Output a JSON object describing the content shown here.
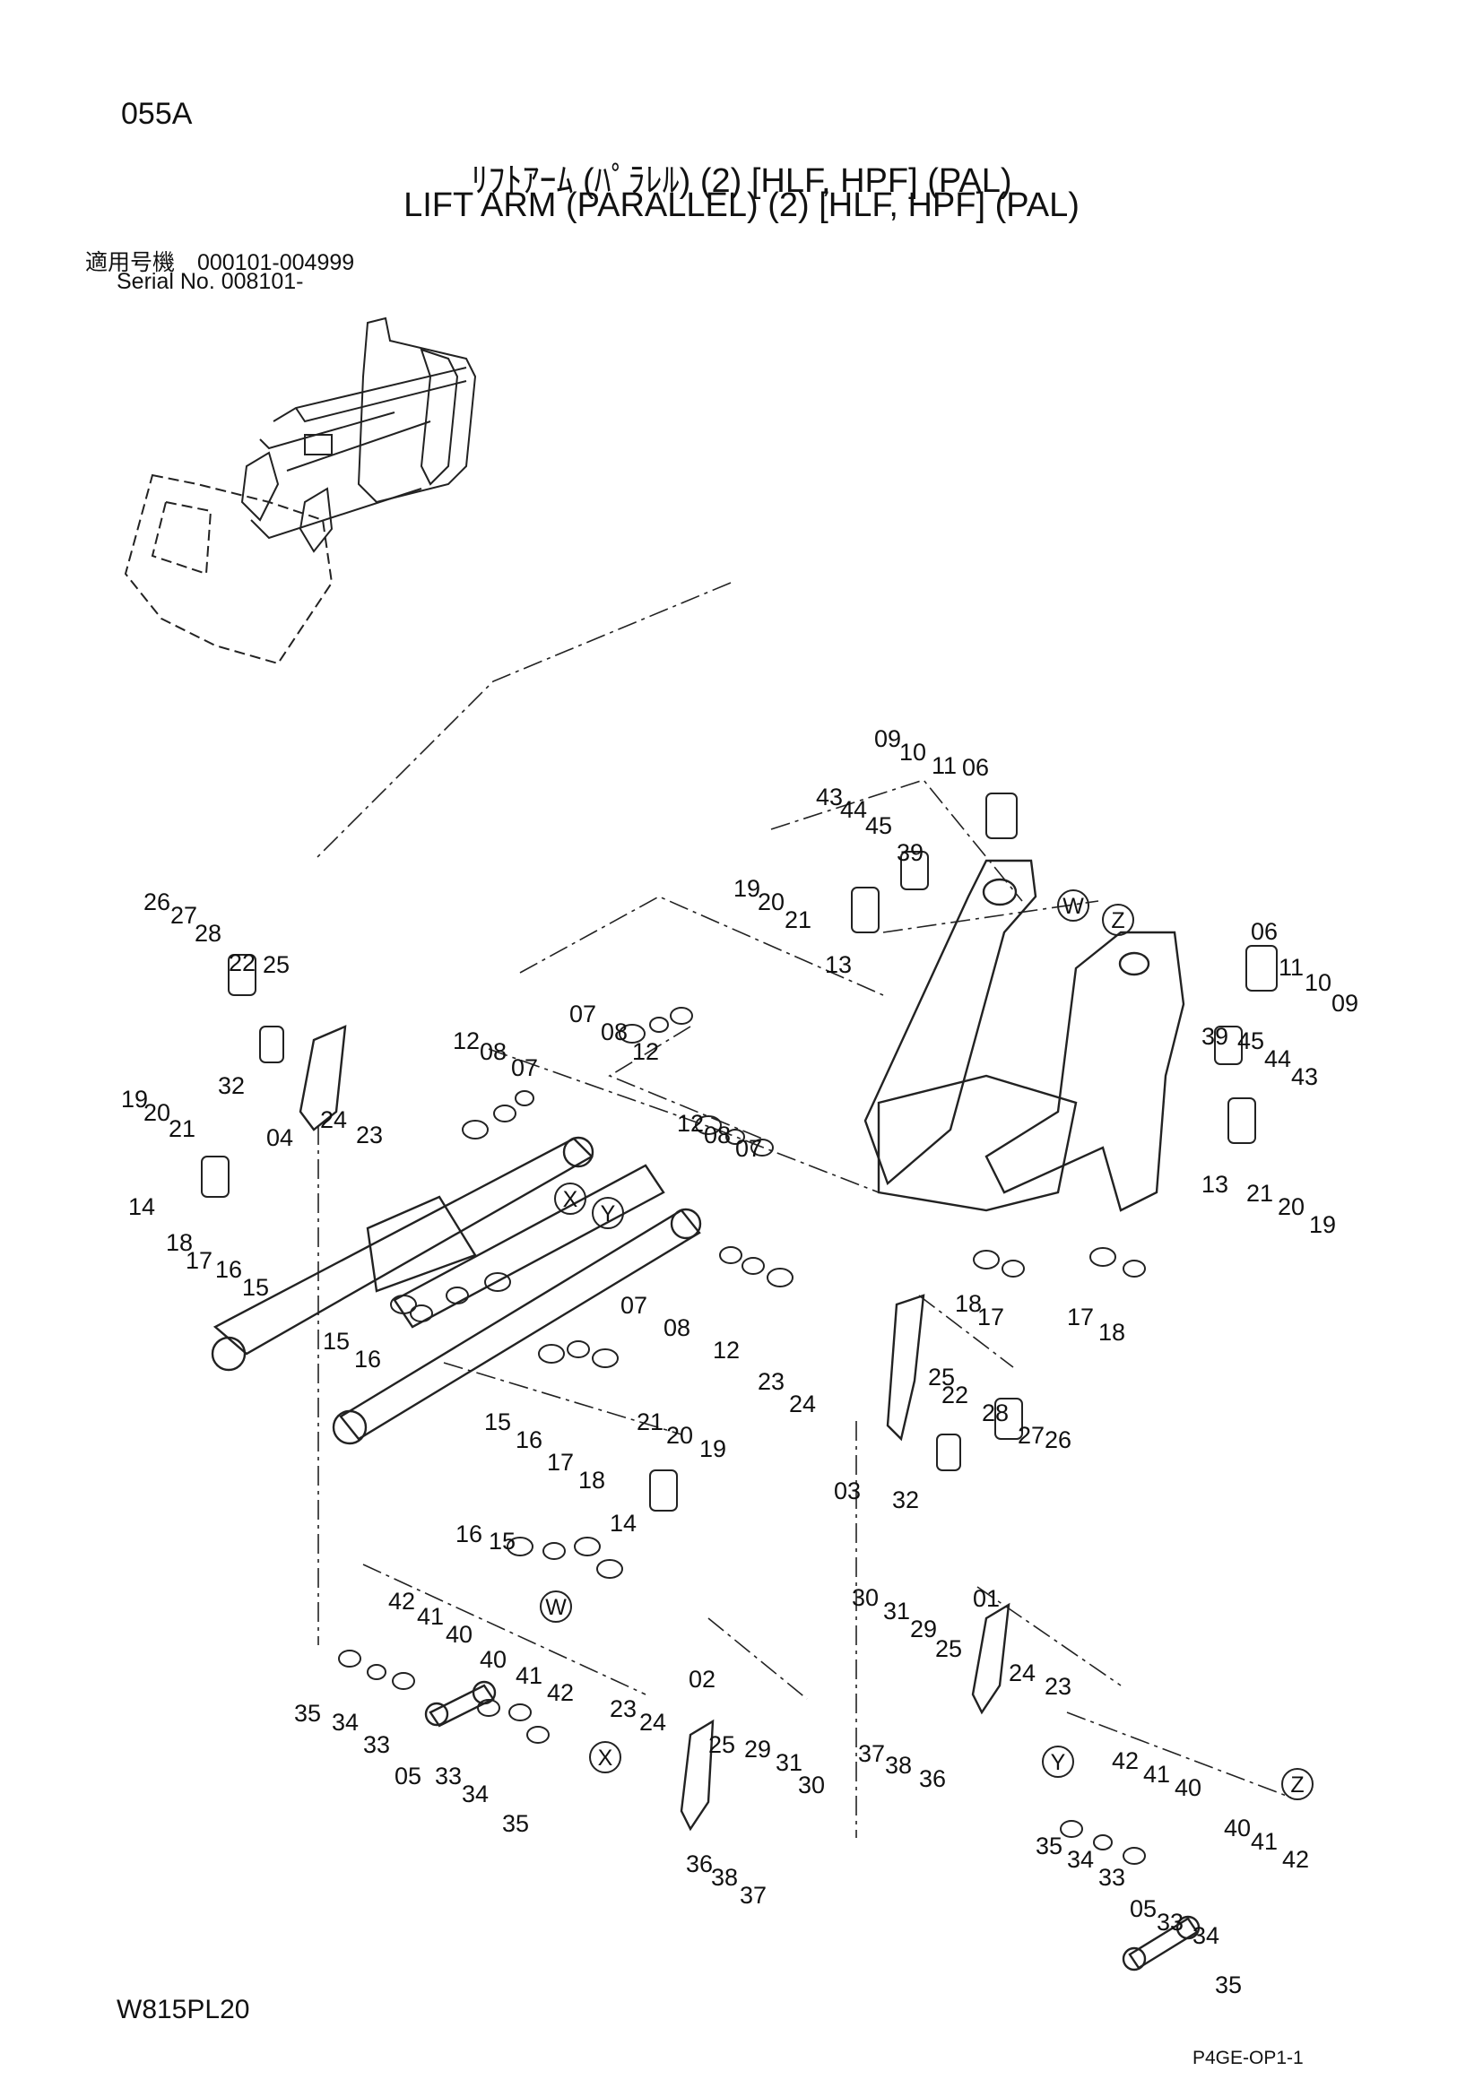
{
  "header": {
    "page_code": "055A",
    "title_jp": "ﾘﾌﾄｱｰﾑ (ﾊﾟﾗﾚﾙ) (2) [HLF, HPF] (PAL)",
    "title_en": "LIFT ARM (PARALLEL) (2) [HLF, HPF] (PAL)",
    "serial_jp": "適用号機　000101-004999",
    "serial_en": "Serial  No.  008101-"
  },
  "footer": {
    "drawing_no": "W815PL20",
    "sheet_code": "P4GE-OP1-1"
  },
  "diagram": {
    "ref_letters": [
      "W",
      "Z",
      "X",
      "Y",
      "W",
      "X",
      "Y",
      "Z"
    ],
    "callouts": [
      "09",
      "10",
      "11",
      "06",
      "43",
      "44",
      "45",
      "39",
      "19",
      "20",
      "21",
      "13",
      "06",
      "11",
      "10",
      "09",
      "39",
      "45",
      "44",
      "43",
      "13",
      "21",
      "20",
      "19",
      "18",
      "17",
      "17",
      "18",
      "26",
      "27",
      "28",
      "22",
      "25",
      "32",
      "04",
      "24",
      "23",
      "12",
      "08",
      "07",
      "07",
      "08",
      "12",
      "12",
      "08",
      "07",
      "19",
      "20",
      "21",
      "14",
      "18",
      "17",
      "16",
      "15",
      "15",
      "16",
      "07",
      "08",
      "12",
      "23",
      "24",
      "25",
      "22",
      "28",
      "27",
      "26",
      "03",
      "32",
      "15",
      "16",
      "17",
      "18",
      "21",
      "20",
      "19",
      "14",
      "16",
      "15",
      "42",
      "41",
      "40",
      "40",
      "41",
      "42",
      "35",
      "34",
      "33",
      "05",
      "33",
      "34",
      "35",
      "02",
      "23",
      "24",
      "25",
      "29",
      "31",
      "30",
      "36",
      "38",
      "37",
      "30",
      "31",
      "29",
      "01",
      "25",
      "24",
      "23",
      "37",
      "38",
      "36",
      "42",
      "41",
      "40",
      "40",
      "41",
      "42",
      "35",
      "34",
      "33",
      "05",
      "33",
      "34",
      "35"
    ]
  }
}
